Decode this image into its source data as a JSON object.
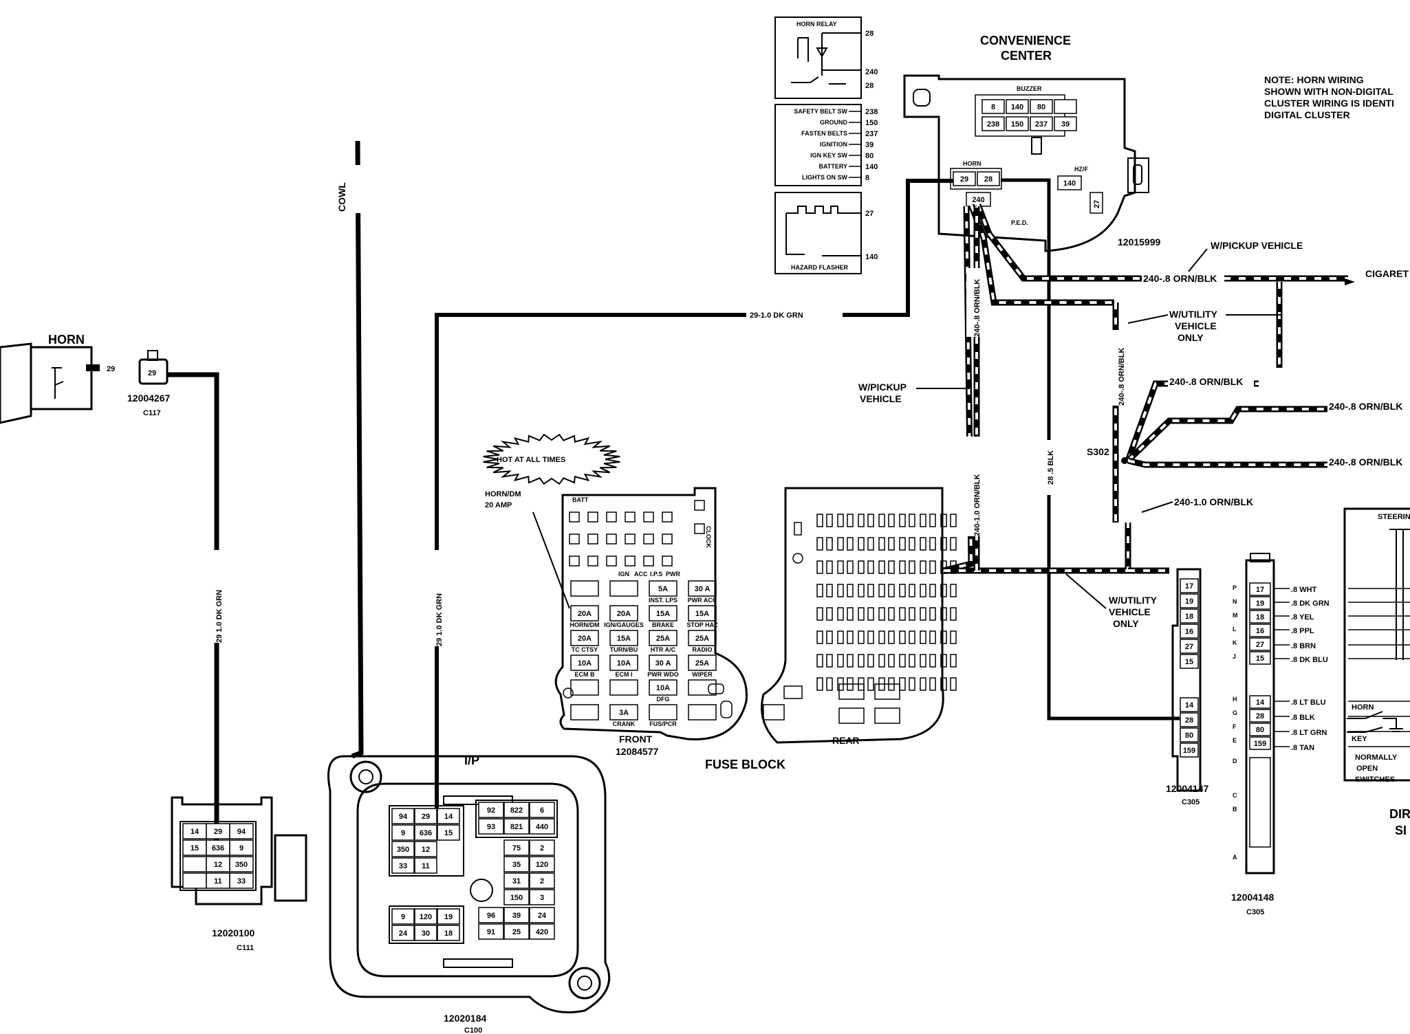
{
  "convenience_center": {
    "title_line1": "CONVENIENCE",
    "title_line2": "CENTER",
    "part_no": "12015999",
    "buzzer_label": "BUZZER",
    "buzzer_top": [
      "8",
      "140",
      "80",
      ""
    ],
    "buzzer_bottom": [
      "238",
      "150",
      "237",
      "39"
    ],
    "horn_label": "HORN",
    "horn_pins": [
      "29",
      "28"
    ],
    "pin_240": "240",
    "hzf_label": "HZ/F",
    "hzf_pin": "140",
    "pin_27": "27",
    "ped_label": "P.E.D."
  },
  "horn_relay": {
    "title": "HORN RELAY",
    "pins": [
      "28",
      "240",
      "28"
    ]
  },
  "buzzer_module": {
    "rows": [
      {
        "name": "SAFETY BELT SW",
        "pin": "238"
      },
      {
        "name": "GROUND",
        "pin": "150"
      },
      {
        "name": "FASTEN BELTS",
        "pin": "237"
      },
      {
        "name": "IGNITION",
        "pin": "39"
      },
      {
        "name": "IGN KEY SW",
        "pin": "80"
      },
      {
        "name": "BATTERY",
        "pin": "140"
      },
      {
        "name": "LIGHTS ON SW",
        "pin": "8"
      }
    ]
  },
  "hazard_flasher": {
    "title": "HAZARD FLASHER",
    "pins": [
      "27",
      "140"
    ]
  },
  "note": [
    "NOTE:  HORN WIRING",
    "SHOWN WITH NON-DIGITAL",
    "CLUSTER WIRING IS IDENTI",
    "DIGITAL CLUSTER"
  ],
  "horn": {
    "title": "HORN",
    "pin": "29",
    "connector_pin": "29",
    "connector_part": "12004267",
    "connector_name": "C117"
  },
  "cowl_label": "COWL",
  "wires": {
    "w1": "29-1.0 DK GRN",
    "w2": "29 1.0 DK GRN",
    "w3": "29 1.0 DK GRN",
    "w4": "240-.8 ORN/BLK",
    "w5": "240-.8 ORN/BLK",
    "w6": "240-.8 ORN/BLK",
    "w7": "240-.8 ORN/BLK",
    "w8": "240-.8 ORN/BLK",
    "w9": "240-1.0 ORN/BLK",
    "w10": "240-1.0 ORN/BLK",
    "w11": "28 .5 BLK",
    "w12": "240-.8 ORN/BLK"
  },
  "callouts": {
    "pickup_top": "W/PICKUP VEHICLE",
    "cigaret": "CIGARET",
    "utility1": [
      "W/UTILITY",
      "VEHICLE",
      "ONLY"
    ],
    "pickup_left": [
      "W/PICKUP",
      "VEHICLE"
    ],
    "utility2": [
      "W/UTILITY",
      "VEHICLE",
      "ONLY"
    ],
    "splice": "S302"
  },
  "hot_label": "HOT AT ALL TIMES",
  "horn_fuse": [
    "HORN/DM",
    "20 AMP"
  ],
  "fuse_front": {
    "title": "FRONT",
    "part": "12084577",
    "batt": "BATT",
    "clock": "CLOCK",
    "top_labels": [
      "IGN",
      "ACC",
      "I.P.S",
      "PWR"
    ],
    "rows": [
      {
        "vals": [
          "",
          "",
          "5A",
          "30 A"
        ],
        "names": [
          "",
          "",
          "INST. LPS",
          "PWR ACC"
        ]
      },
      {
        "vals": [
          "20A",
          "20A",
          "15A",
          "15A"
        ],
        "names": [
          "HORN/DM",
          "IGN/GAUGES",
          "BRAKE",
          "STOP HAZ"
        ]
      },
      {
        "vals": [
          "20A",
          "15A",
          "25A",
          "25A"
        ],
        "names": [
          "TC CTSY",
          "TURN/BU",
          "HTR A/C",
          "RADIO"
        ]
      },
      {
        "vals": [
          "10A",
          "10A",
          "30 A",
          "25A"
        ],
        "names": [
          "ECM B",
          "ECM I",
          "PWR WDO",
          "WIPER"
        ]
      },
      {
        "vals": [
          "",
          "",
          "10A",
          ""
        ],
        "names": [
          "",
          "",
          "DFG",
          ""
        ]
      },
      {
        "vals": [
          "",
          "3A",
          "",
          ""
        ],
        "names": [
          "",
          "CRANK",
          "FUS/PCR",
          ""
        ]
      }
    ]
  },
  "fuse_rear": {
    "title": "REAR"
  },
  "fuse_block_label": "FUSE BLOCK",
  "ip": {
    "label": "I/P",
    "part": "12020184",
    "name": "C100",
    "left_rows": [
      [
        "94",
        "29",
        "14"
      ],
      [
        "9",
        "636",
        "15"
      ],
      [
        "350",
        "12",
        ""
      ],
      [
        "33",
        "11",
        ""
      ]
    ],
    "left_rows2": [
      [
        "9",
        "120",
        "19"
      ],
      [
        "24",
        "30",
        "18"
      ]
    ],
    "right_top": [
      [
        "92",
        "822",
        "6"
      ],
      [
        "93",
        "821",
        "440"
      ]
    ],
    "right_mid": [
      "75",
      "2",
      "35",
      "120",
      "31",
      "2",
      "150",
      "3"
    ],
    "right_bot": [
      [
        "96",
        "39",
        "24"
      ],
      [
        "91",
        "25",
        "420"
      ]
    ]
  },
  "c111": {
    "part": "12020100",
    "name": "C111",
    "rows": [
      [
        "14",
        "29",
        "94"
      ],
      [
        "15",
        "636",
        "9"
      ],
      [
        "",
        "12",
        "350"
      ],
      [
        "",
        "11",
        "33"
      ]
    ]
  },
  "c305a": {
    "part": "12004147",
    "name": "C305",
    "top": [
      "17",
      "19",
      "18",
      "16",
      "27",
      "15"
    ],
    "bottom": [
      "14",
      "28",
      "80",
      "159"
    ]
  },
  "c305b": {
    "part": "12004148",
    "name": "C305",
    "letters": [
      "P",
      "N",
      "M",
      "L",
      "K",
      "J",
      "H",
      "G",
      "F",
      "E",
      "D",
      "C",
      "B",
      "A"
    ],
    "top": [
      "17",
      "19",
      "18",
      "16",
      "27",
      "15"
    ],
    "bottom": [
      "14",
      "28",
      "80",
      "159"
    ],
    "wires": [
      ".8 WHT",
      ".8 DK GRN",
      ".8 YEL",
      ".8 PPL",
      ".8 BRN",
      ".8 DK BLU",
      ".8 LT BLU",
      ".8 BLK",
      ".8 LT GRN",
      ".8 TAN"
    ]
  },
  "steering": {
    "title": "STEERING",
    "horn": "HORN",
    "key": "KEY",
    "switches": [
      "NORMALLY",
      "OPEN",
      "SWITCHES"
    ],
    "dir": [
      "DIR",
      "SI"
    ]
  }
}
